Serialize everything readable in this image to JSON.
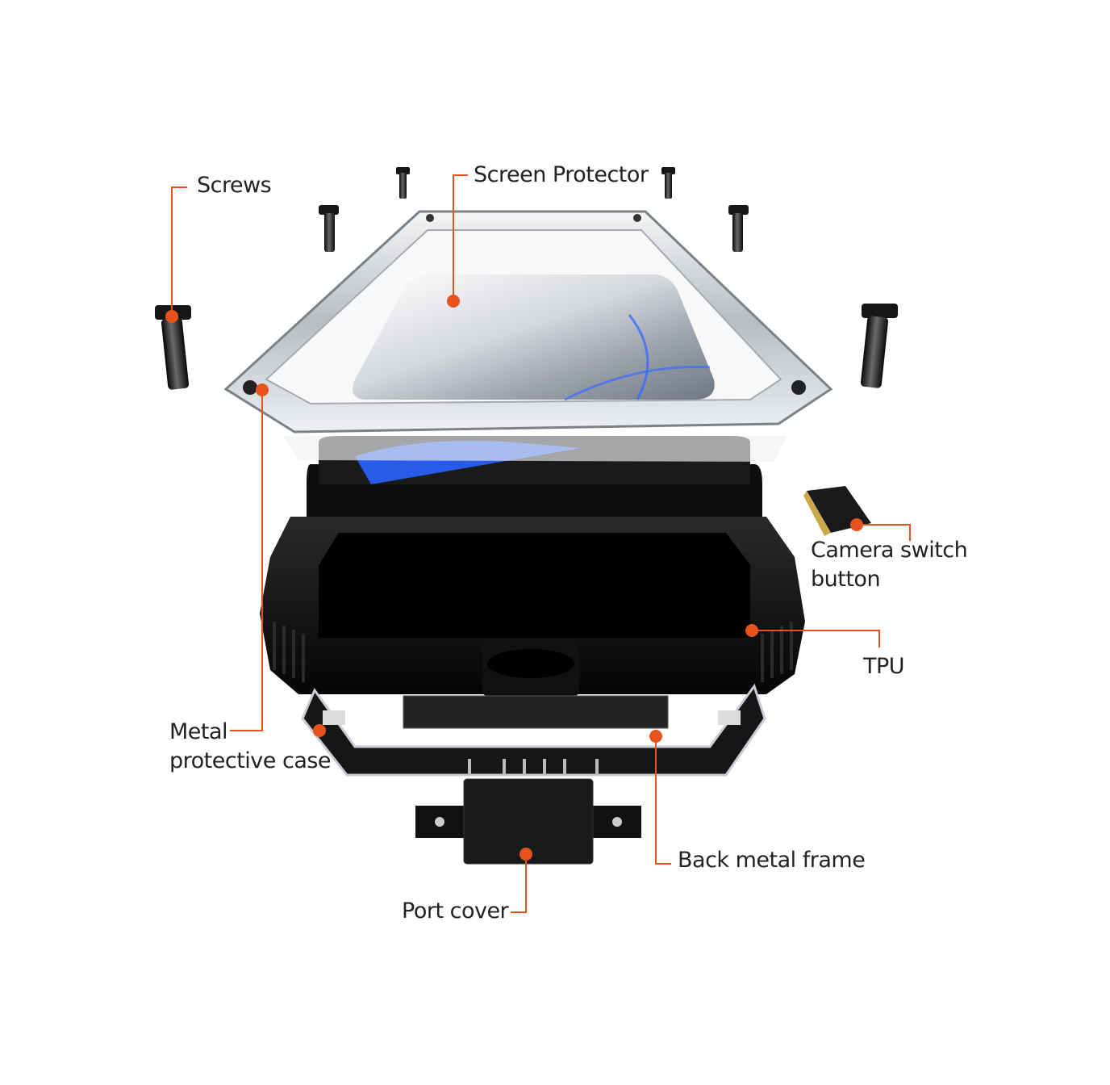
{
  "colors": {
    "accent": "#e8531d",
    "leader": "#e8531d",
    "metal": "#c9ccd0",
    "dark": "#111111",
    "glass_blue": "#2a63ff"
  },
  "labels": {
    "screws": "Screws",
    "screen_protector": "Screen Protector",
    "camera_switch_line1": "Camera switch",
    "camera_switch_line2": "button",
    "tpu": "TPU",
    "metal_case_line1": "Metal",
    "metal_case_line2": "protective case",
    "back_metal_frame": "Back metal frame",
    "port_cover": "Port cover"
  }
}
